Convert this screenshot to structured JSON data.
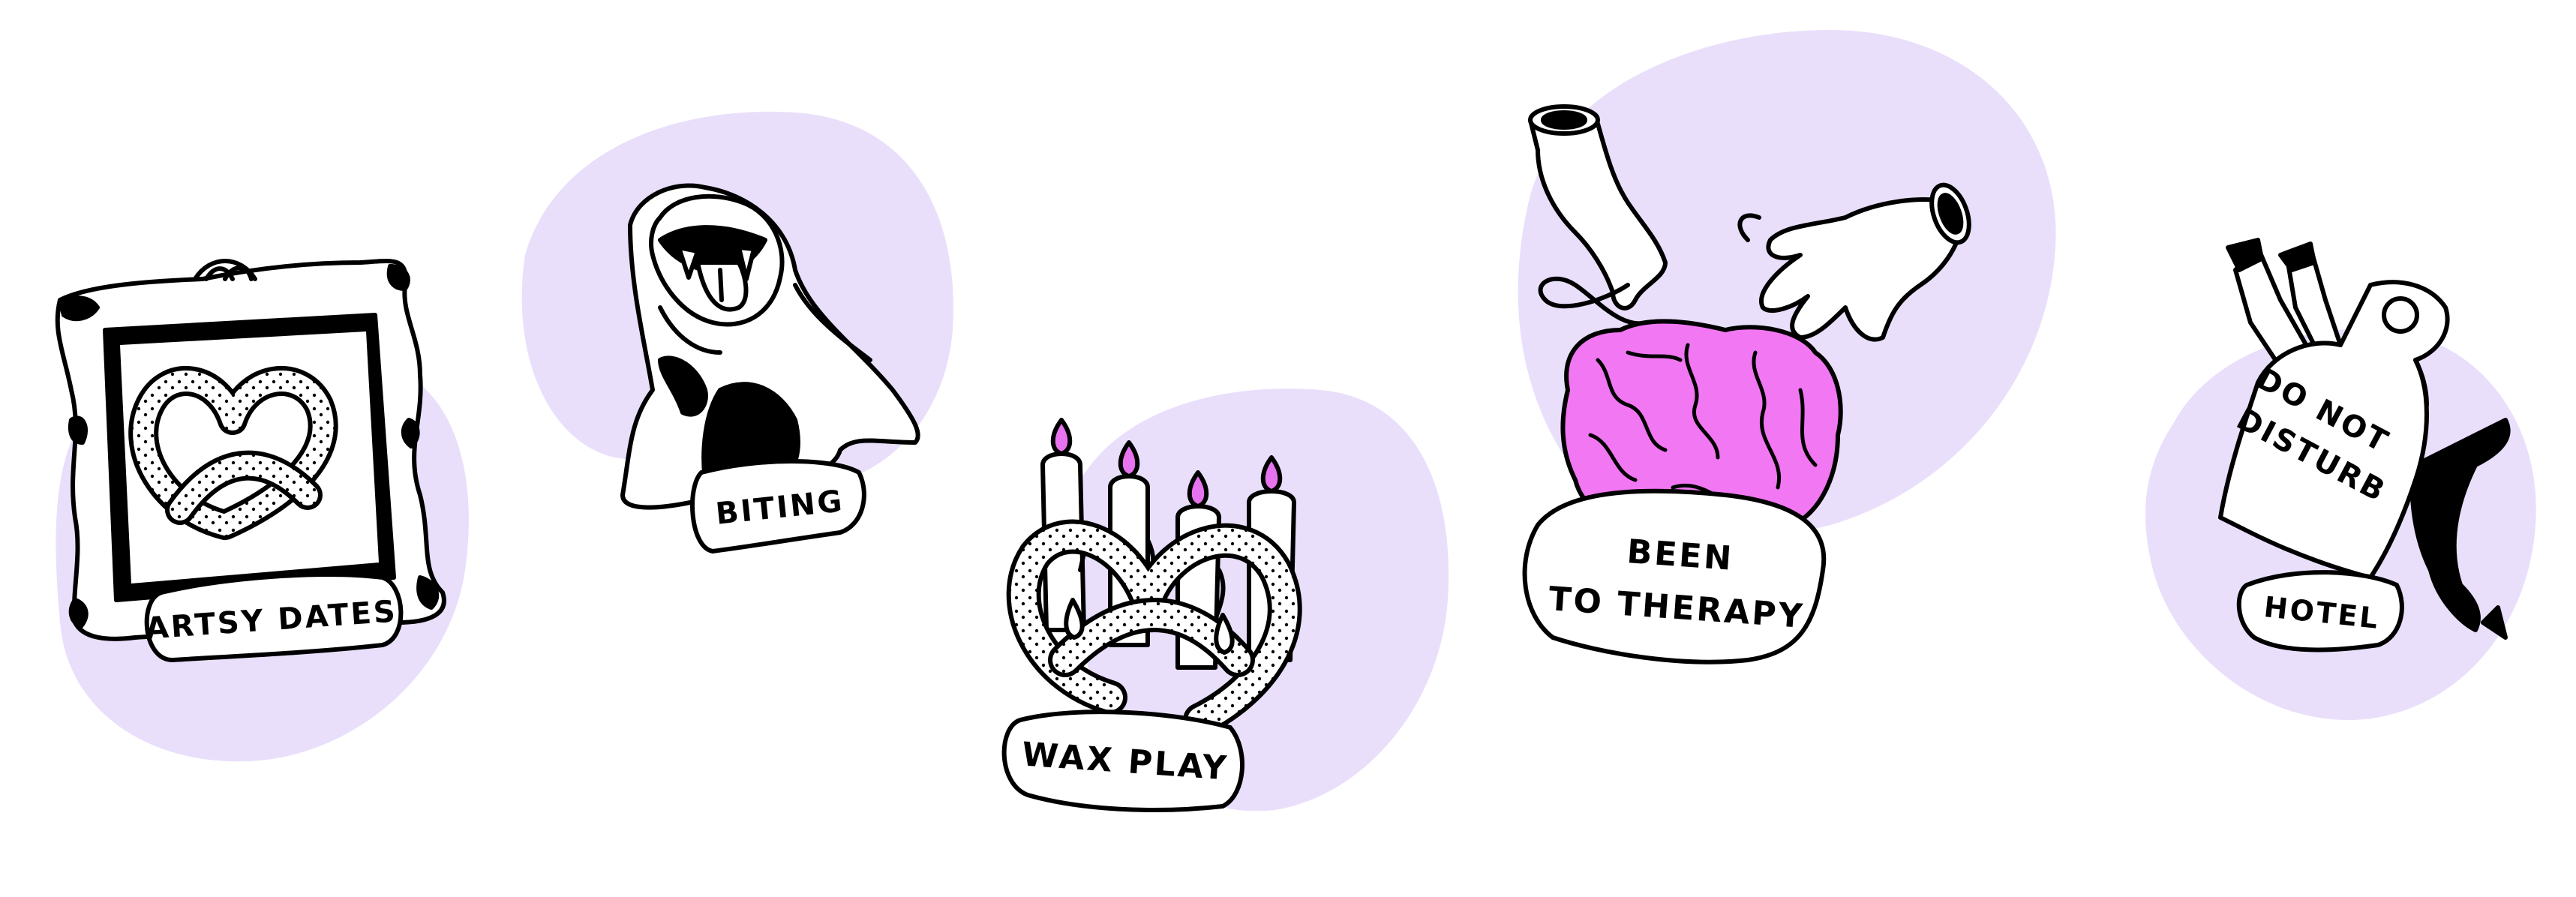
{
  "colors": {
    "blob": "#e9dffb",
    "ink": "#000000",
    "brain": "#f277f2",
    "flame": "#e773ee",
    "paper": "#ffffff"
  },
  "stickers": [
    {
      "id": "artsy-dates",
      "icon": "framed-pretzel-icon",
      "label": "ARTSY DATES"
    },
    {
      "id": "biting",
      "icon": "vampire-mouth-icon",
      "label": "BITING"
    },
    {
      "id": "wax-play",
      "icon": "candles-pretzel-icon",
      "label": "WAX PLAY"
    },
    {
      "id": "been-to-therapy",
      "icon": "brain-hands-icon",
      "label_line1": "BEEN",
      "label_line2": "TO THERAPY"
    },
    {
      "id": "hotel",
      "icon": "door-hanger-icon",
      "sign_line1": "DO NOT",
      "sign_line2": "DISTURB",
      "label": "HOTEL"
    }
  ]
}
